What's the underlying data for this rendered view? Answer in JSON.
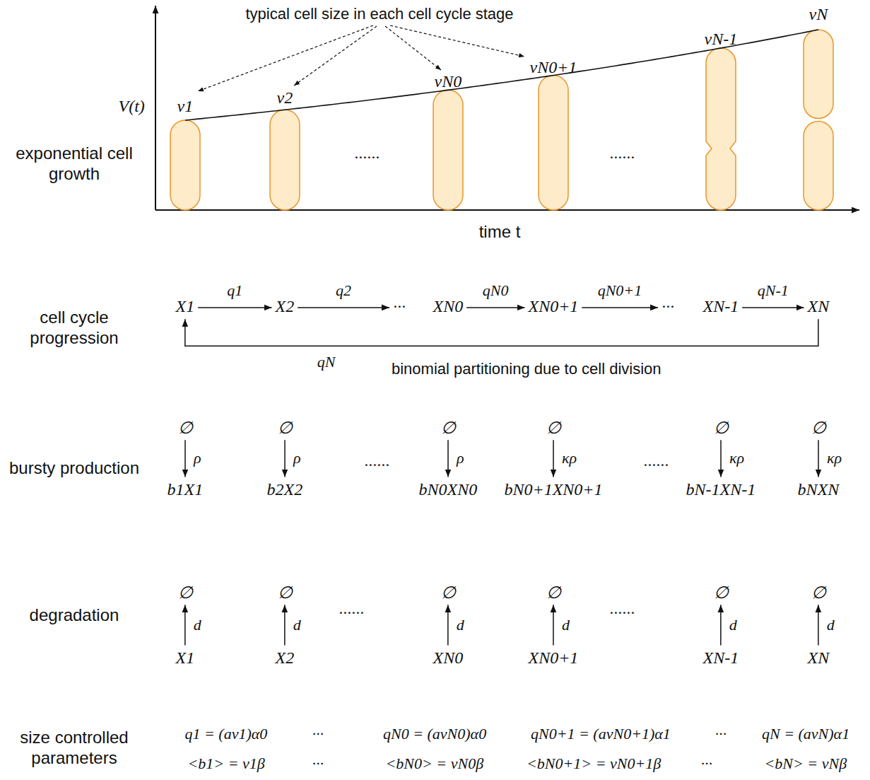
{
  "diagram": {
    "nodes": [
      {
        "text": [
          "X1"
        ]
      },
      {
        "text": [
          "X2"
        ]
      },
      {
        "text": [
          "···"
        ]
      },
      {
        "text": [
          "XN0"
        ]
      },
      {
        "text": [
          "XN0+1"
        ]
      },
      {
        "text": [
          "···"
        ]
      },
      {
        "text": [
          "XN-1"
        ]
      },
      {
        "text": [
          "XN"
        ]
      },
      {
        "text": [
          "∅"
        ]
      },
      {
        "text": [
          "∅"
        ]
      },
      {
        "text": [
          "∅"
        ]
      },
      {
        "text": [
          "∅"
        ]
      },
      {
        "text": [
          "∅"
        ]
      },
      {
        "text": [
          "∅"
        ]
      },
      {
        "text": [
          "b1X1"
        ]
      },
      {
        "text": [
          "b2X2"
        ]
      },
      {
        "text": [
          "bN0XN0"
        ]
      },
      {
        "text": [
          "bN0+1XN0+1"
        ]
      },
      {
        "text": [
          "bN-1XN-1"
        ]
      },
      {
        "text": [
          "bNXN"
        ]
      },
      {
        "text": [
          "∅"
        ]
      },
      {
        "text": [
          "∅"
        ]
      },
      {
        "text": [
          "∅"
        ]
      },
      {
        "text": [
          "∅"
        ]
      },
      {
        "text": [
          "∅"
        ]
      },
      {
        "text": [
          "∅"
        ]
      },
      {
        "text": [
          "X1"
        ]
      },
      {
        "text": [
          "X2"
        ]
      },
      {
        "text": [
          "XN0"
        ]
      },
      {
        "text": [
          "XN0+1"
        ]
      },
      {
        "text": [
          "XN-1"
        ]
      },
      {
        "text": [
          "XN"
        ]
      }
    ],
    "edges": [
      {
        "from": 0,
        "to": 1,
        "label": "q1",
        "arrow": "to"
      },
      {
        "from": 1,
        "to": 2,
        "label": "q2",
        "arrow": "to"
      },
      {
        "from": 3,
        "to": 4,
        "label": "qN0",
        "arrow": "to"
      },
      {
        "from": 4,
        "to": 5,
        "label": "qN0+1",
        "arrow": "to"
      },
      {
        "from": 6,
        "to": 7,
        "label": "qN-1",
        "arrow": "to"
      },
      {
        "from": 7,
        "to": 0,
        "label": "qN",
        "arrow": "to"
      },
      {
        "from": 8,
        "to": 14,
        "label": "ρ",
        "arrow": "to"
      },
      {
        "from": 9,
        "to": 15,
        "label": "ρ",
        "arrow": "to"
      },
      {
        "from": 10,
        "to": 16,
        "label": "ρ",
        "arrow": "to"
      },
      {
        "from": 11,
        "to": 17,
        "label": "κρ",
        "arrow": "to"
      },
      {
        "from": 12,
        "to": 18,
        "label": "κρ",
        "arrow": "to"
      },
      {
        "from": 13,
        "to": 19,
        "label": "κρ",
        "arrow": "to"
      },
      {
        "from": 26,
        "to": 20,
        "label": "d",
        "arrow": "to"
      },
      {
        "from": 27,
        "to": 21,
        "label": "d",
        "arrow": "to"
      },
      {
        "from": 28,
        "to": 22,
        "label": "d",
        "arrow": "to"
      },
      {
        "from": 29,
        "to": 23,
        "label": "d",
        "arrow": "to"
      },
      {
        "from": 30,
        "to": 24,
        "label": "d",
        "arrow": "to"
      },
      {
        "from": 31,
        "to": 25,
        "label": "d",
        "arrow": "to"
      }
    ],
    "labels": [
      "typical cell size in each cell cycle stage",
      "V(t)",
      "v1",
      "v2",
      "vN0",
      "vN0+1",
      "vN-1",
      "vN",
      "exponential cell growth",
      "······",
      "······",
      "time t",
      "cell cycle progression",
      "binomial partitioning due to cell division",
      "bursty production",
      "······",
      "······",
      "degradation",
      "······",
      "······",
      "size controlled parameters",
      "q1 = (av1)α0",
      "···",
      "qN0 = (avN0)α0",
      "qN0+1 = (avN0+1)α1",
      "···",
      "qN = (avN)α1",
      "<b1> = v1β",
      "···",
      "<bN0> = vN0β",
      "<bN0+1> = vN0+1β",
      "···",
      "<bN> = vNβ"
    ]
  }
}
